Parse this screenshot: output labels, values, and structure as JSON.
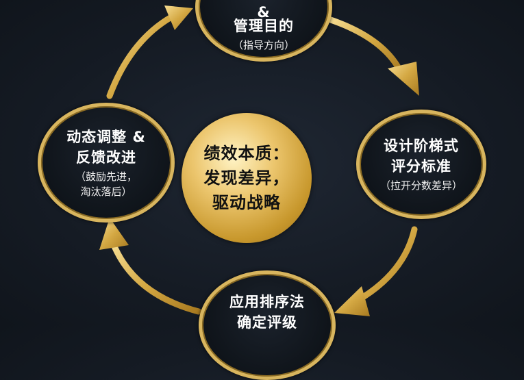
{
  "center": {
    "lines": [
      "绩效本质：",
      "发现差异，",
      "驱动战略"
    ]
  },
  "nodes": {
    "top": {
      "title_lines": [
        "&",
        "管理目的"
      ],
      "subtitle": "（指导方向）"
    },
    "right": {
      "title_lines": [
        "设计阶梯式",
        "评分标准"
      ],
      "subtitle": "（拉开分数差异）"
    },
    "bottom": {
      "title_lines": [
        "应用排序法",
        "确定评级"
      ]
    },
    "left": {
      "title_lines": [
        "动态调整 &",
        "反馈改进"
      ],
      "subtitle_lines": [
        "（鼓励先进，",
        "淘汰落后）"
      ]
    }
  },
  "colors": {
    "gold": "#d8b55e",
    "background": "#151b24",
    "text": "#ffffff"
  }
}
